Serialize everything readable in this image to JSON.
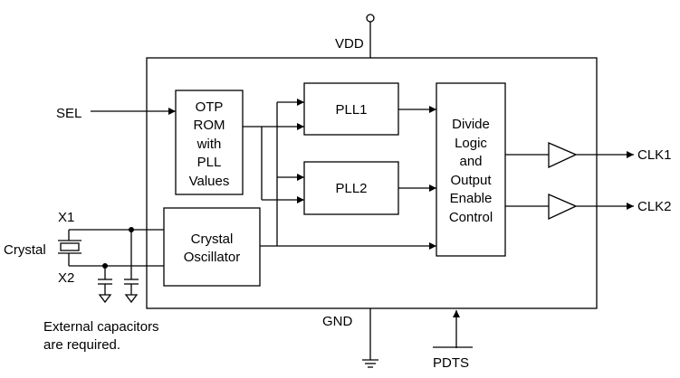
{
  "pins": {
    "vdd": "VDD",
    "gnd": "GND",
    "sel": "SEL",
    "x1": "X1",
    "x2": "X2",
    "crystal": "Crystal",
    "clk1": "CLK1",
    "clk2": "CLK2",
    "pdts": "PDTS"
  },
  "blocks": {
    "otp": [
      "OTP",
      "ROM",
      "with",
      "PLL",
      "Values"
    ],
    "pll1": "PLL1",
    "pll2": "PLL2",
    "oscillator": [
      "Crystal",
      "Oscillator"
    ],
    "divide": [
      "Divide",
      "Logic",
      "and",
      "Output",
      "Enable",
      "Control"
    ]
  },
  "note": [
    "External capacitors",
    "are required."
  ]
}
